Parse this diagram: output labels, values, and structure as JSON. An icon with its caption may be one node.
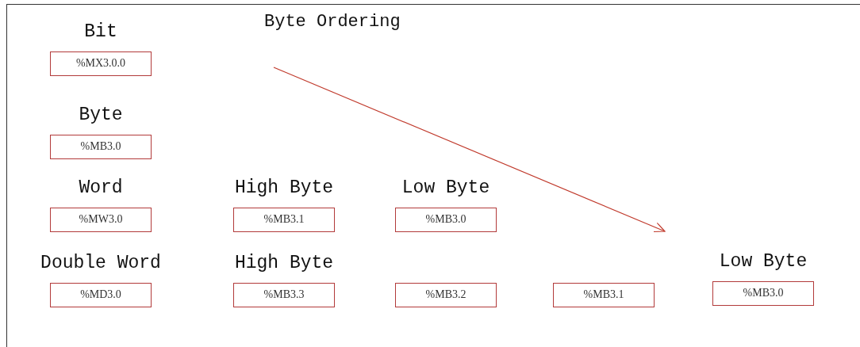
{
  "diagram": {
    "nodes": [
      {
        "text": [
          "Bit",
          "%MX3.0.0"
        ]
      },
      {
        "text": [
          "Byte",
          "%MB3.0"
        ]
      },
      {
        "text": [
          "Word",
          "%MW3.0"
        ]
      },
      {
        "text": [
          "High Byte",
          "%MB3.1"
        ]
      },
      {
        "text": [
          "Low Byte",
          "%MB3.0"
        ]
      },
      {
        "text": [
          "Double Word",
          "%MD3.0"
        ]
      },
      {
        "text": [
          "High Byte",
          "%MB3.3"
        ]
      },
      {
        "text": [
          "%MB3.2"
        ]
      },
      {
        "text": [
          "%MB3.1"
        ]
      },
      {
        "text": [
          "Low Byte",
          "%MB3.0"
        ]
      }
    ],
    "edges": [],
    "labels": [
      "Byte Ordering"
    ]
  }
}
